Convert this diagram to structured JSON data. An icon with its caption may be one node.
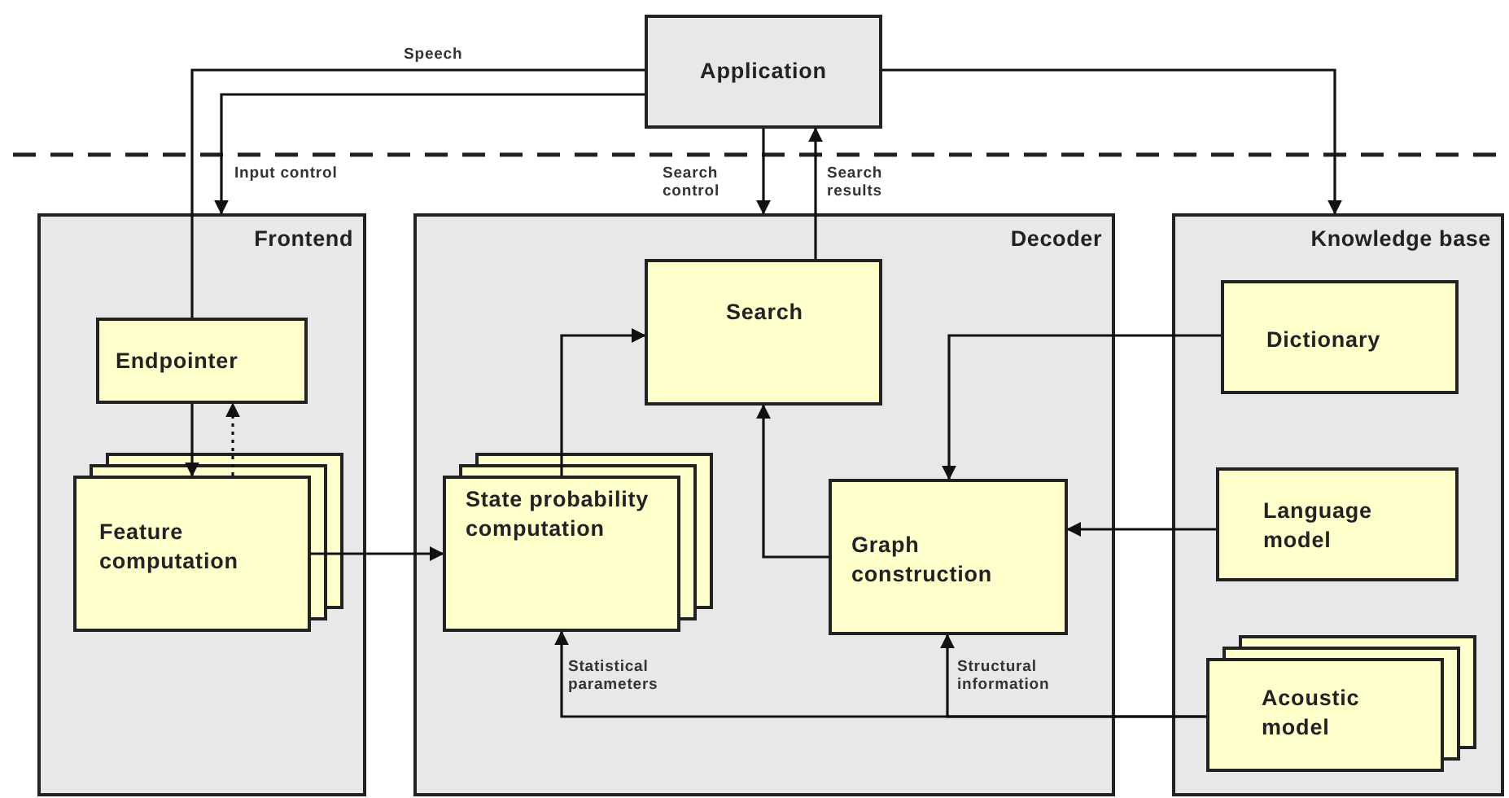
{
  "diagram": {
    "nodes": [
      {
        "text": [
          "Application"
        ]
      },
      {
        "text": [
          "Frontend"
        ]
      },
      {
        "text": [
          "Endpointer"
        ],
        "in": 1
      },
      {
        "text": [
          "Feature computation"
        ],
        "in": 1
      },
      {
        "text": [
          "Decoder"
        ]
      },
      {
        "text": [
          "Search"
        ],
        "in": 4
      },
      {
        "text": [
          "State probability computation"
        ],
        "in": 4
      },
      {
        "text": [
          "Graph construction"
        ],
        "in": 4
      },
      {
        "text": [
          "Knowledge base"
        ]
      },
      {
        "text": [
          "Dictionary"
        ],
        "in": 8
      },
      {
        "text": [
          "Language model"
        ],
        "in": 8
      },
      {
        "text": [
          "Acoustic model"
        ],
        "in": 8
      }
    ],
    "edges": [
      {
        "from": 0,
        "to": 2,
        "arrow": "none",
        "label": "Speech"
      },
      {
        "from": 0,
        "to": 1,
        "arrow": "to",
        "label": "Input control"
      },
      {
        "from": 0,
        "to": 4,
        "arrow": "to",
        "label": "Search control"
      },
      {
        "from": 5,
        "to": 0,
        "arrow": "to",
        "label": "Search results"
      },
      {
        "from": 0,
        "to": 8,
        "arrow": "to"
      },
      {
        "from": 2,
        "to": 3,
        "arrow": "to"
      },
      {
        "from": 3,
        "to": 2,
        "arrow": "to",
        "style": "dashed"
      },
      {
        "from": 3,
        "to": 6,
        "arrow": "to"
      },
      {
        "from": 6,
        "to": 5,
        "arrow": "to"
      },
      {
        "from": 7,
        "to": 5,
        "arrow": "to"
      },
      {
        "from": 9,
        "to": 7,
        "arrow": "to"
      },
      {
        "from": 10,
        "to": 7,
        "arrow": "to"
      },
      {
        "from": 11,
        "to": 7,
        "arrow": "to",
        "label": "Structural information"
      },
      {
        "from": 11,
        "to": 6,
        "arrow": "to",
        "label": "Statistical parameters"
      }
    ]
  }
}
